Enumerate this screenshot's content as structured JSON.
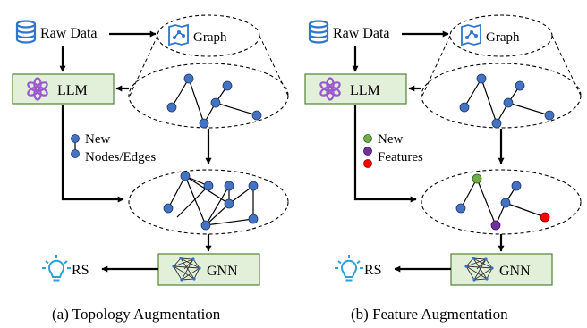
{
  "panels": [
    {
      "raw_data": "Raw Data",
      "graph": "Graph",
      "llm": "LLM",
      "legend_line1": "New",
      "legend_line2": "Nodes/Edges",
      "gnn": "GNN",
      "rs": "RS",
      "caption": "(a) Topology Augmentation"
    },
    {
      "raw_data": "Raw Data",
      "graph": "Graph",
      "llm": "LLM",
      "legend_line1": "New",
      "legend_line2": "Features",
      "gnn": "GNN",
      "rs": "RS",
      "caption": "(b) Feature Augmentation"
    }
  ],
  "colors": {
    "node": "#4472c4",
    "box_fill": "#e2efd9",
    "box_stroke": "#548235",
    "db_icon": "#2e75d0",
    "feature_green": "#70ad47",
    "feature_purple": "#7030a0",
    "feature_red": "#ff0000"
  },
  "icons": [
    "database-icon",
    "graph-map-icon",
    "llm-logo-icon",
    "gnn-network-icon",
    "lightbulb-icon"
  ]
}
